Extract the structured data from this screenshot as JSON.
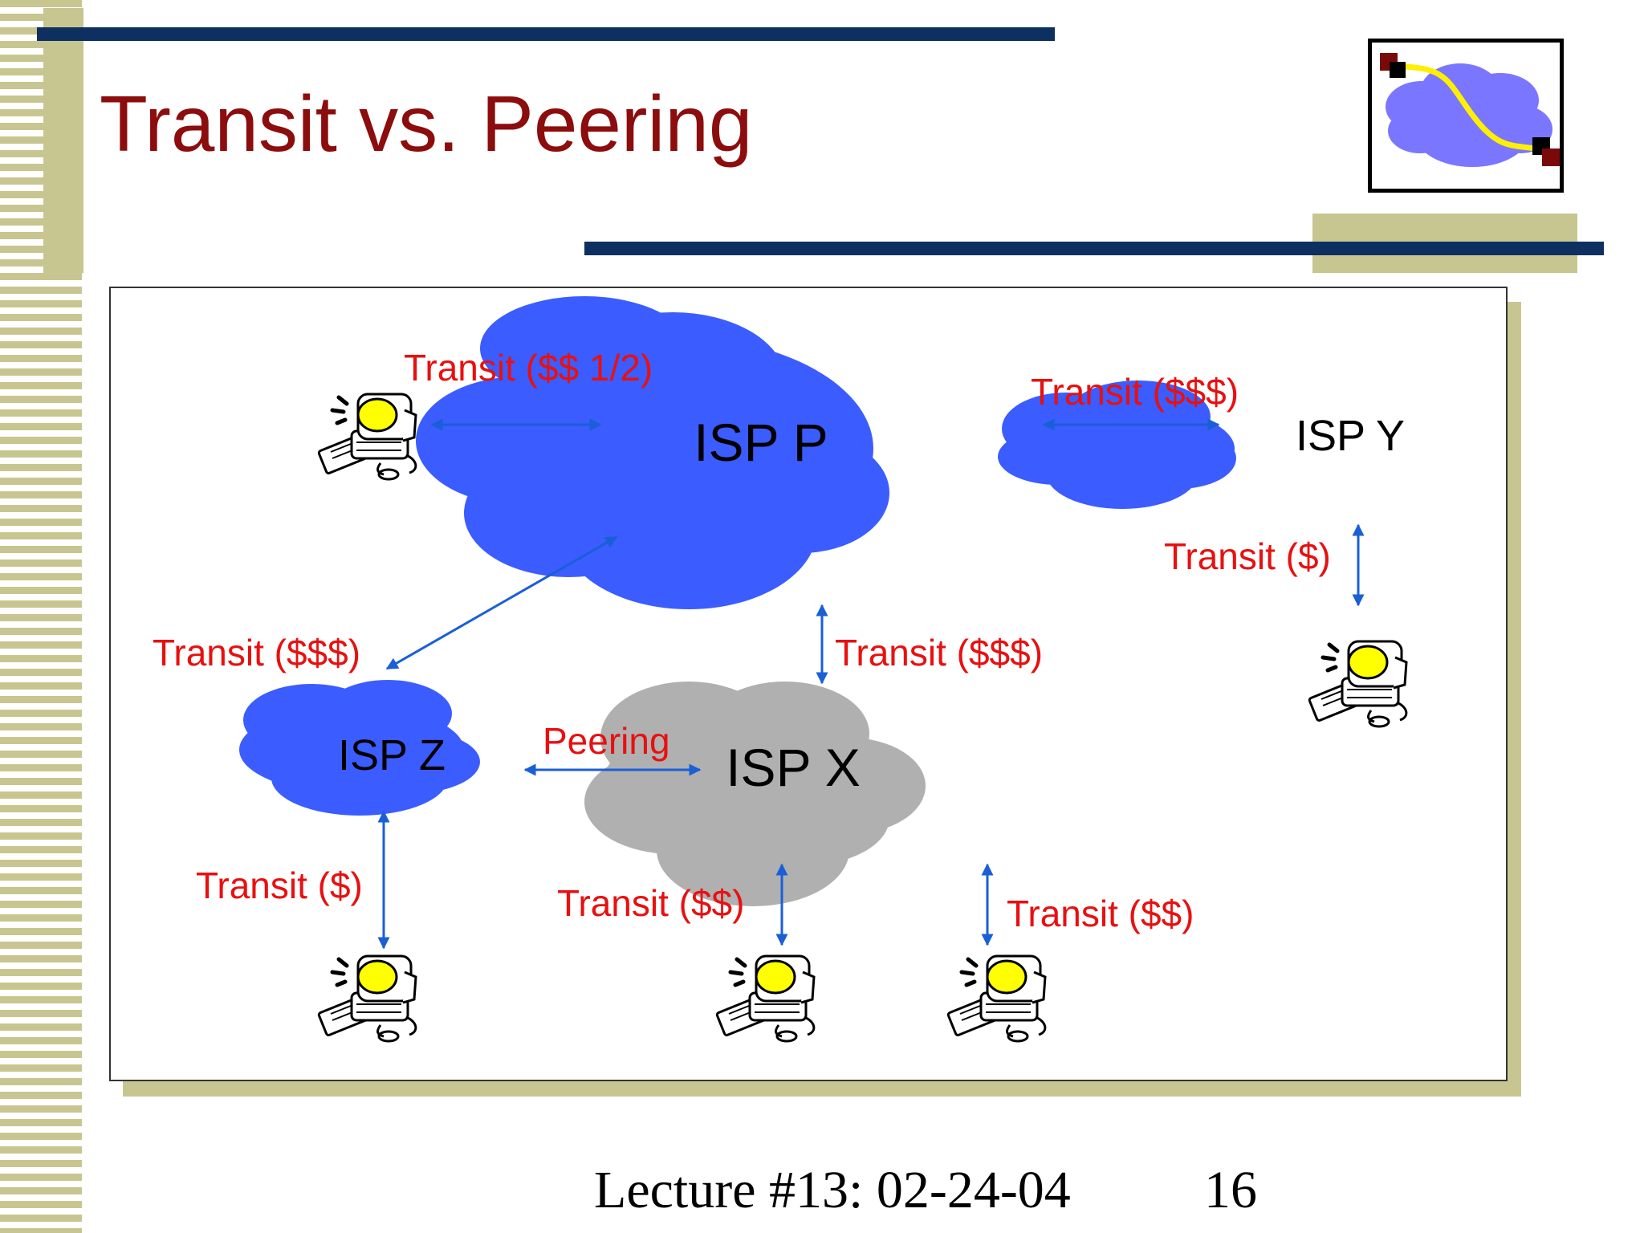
{
  "slide": {
    "title": "Transit vs. Peering",
    "footer_lecture": "Lecture #13: 02-24-04",
    "page_number": "16"
  },
  "diagram": {
    "nodes": {
      "isp_p": "ISP P",
      "isp_y": "ISP Y",
      "isp_z": "ISP Z",
      "isp_x": "ISP X"
    },
    "edges": {
      "user_to_p": "Transit ($$ 1/2)",
      "p_to_y": "Transit ($$$)",
      "y_to_user": "Transit ($)",
      "p_to_z": "Transit ($$$)",
      "p_to_x": "Transit ($$$)",
      "z_to_x": "Peering",
      "z_to_user": "Transit ($)",
      "x_to_user_left": "Transit ($$)",
      "x_to_user_right": "Transit ($$)"
    }
  },
  "colors": {
    "title": "#8c0d0d",
    "edge_label": "#e81010",
    "arrow": "#1a5fd6",
    "cloud_blue": "#3b5cff",
    "cloud_gray": "#b0b0b0",
    "accent_olive": "#c8c690",
    "accent_navy": "#0e3060"
  },
  "icons": [
    "network-cloud-logo-icon",
    "user-computer-icon"
  ]
}
